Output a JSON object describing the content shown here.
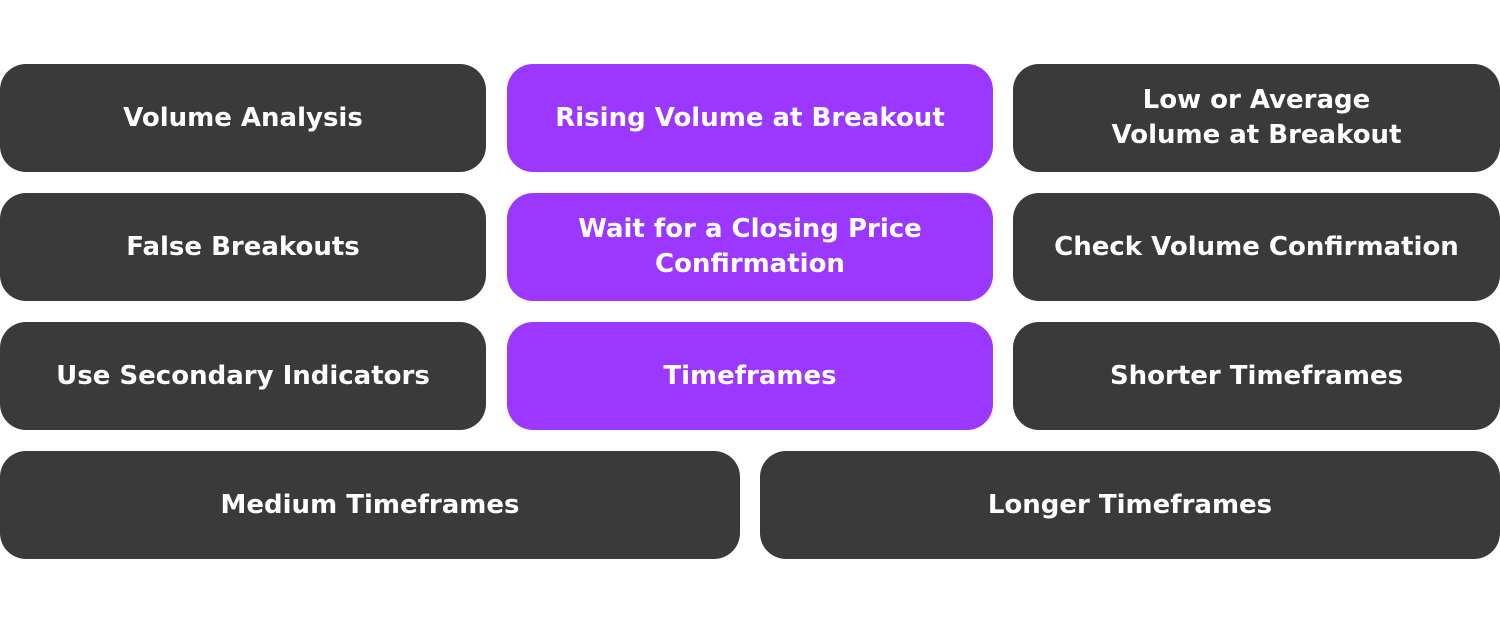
{
  "colors": {
    "tile_dark": "#3a3a3a",
    "tile_accent": "#9b37ff",
    "text": "#ffffff",
    "background": "#ffffff"
  },
  "rows": [
    {
      "tiles": [
        {
          "label": "Volume Analysis",
          "style": "dark"
        },
        {
          "label": "Rising Volume at Breakout",
          "style": "accent"
        },
        {
          "label": "Low or Average\nVolume at Breakout",
          "style": "dark"
        }
      ]
    },
    {
      "tiles": [
        {
          "label": "False Breakouts",
          "style": "dark"
        },
        {
          "label": "Wait for a Closing Price\nConfirmation",
          "style": "accent"
        },
        {
          "label": "Check Volume Confirmation",
          "style": "dark"
        }
      ]
    },
    {
      "tiles": [
        {
          "label": "Use Secondary Indicators",
          "style": "dark"
        },
        {
          "label": "Timeframes",
          "style": "accent"
        },
        {
          "label": "Shorter Timeframes",
          "style": "dark"
        }
      ]
    },
    {
      "tiles": [
        {
          "label": "Medium Timeframes",
          "style": "dark"
        },
        {
          "label": "Longer Timeframes",
          "style": "dark"
        }
      ]
    }
  ]
}
